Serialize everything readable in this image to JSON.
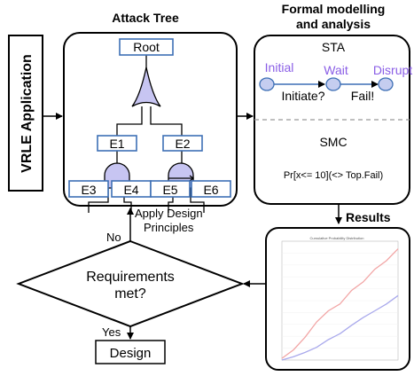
{
  "source_label": "VRLE Application",
  "attack_tree": {
    "heading": "Attack Tree",
    "root_label": "Root",
    "nodes": {
      "e1": "E1",
      "e2": "E2",
      "e3": "E3",
      "e4": "E4",
      "e5": "E5",
      "e6": "E6"
    }
  },
  "formal": {
    "heading_line1": "Formal modelling",
    "heading_line2": "and analysis",
    "sta": {
      "title": "STA",
      "states": {
        "initial": "Initial",
        "wait": "Wait",
        "disrupt": "Disrupt"
      },
      "transitions": {
        "initiate": "Initiate?",
        "fail": "Fail!"
      }
    },
    "smc": {
      "title": "SMC",
      "query": "Pr[x<= 10](<> Top.Fail)"
    }
  },
  "apply_principles": {
    "line1": "Apply Design",
    "line2": "Principles"
  },
  "decision": {
    "line1": "Requirements",
    "line2": "met?",
    "no_label": "No",
    "yes_label": "Yes"
  },
  "design_label": "Design",
  "results": {
    "heading": "Results",
    "chart_data": {
      "type": "line",
      "title": "Cumulative Probability Distribution",
      "x": [
        0,
        1,
        2,
        3,
        4,
        5,
        6,
        7,
        8,
        9,
        10
      ],
      "series": [
        {
          "color": "#f2a6a6",
          "values": [
            0.02,
            0.12,
            0.27,
            0.45,
            0.58,
            0.66,
            0.82,
            0.92,
            1.07,
            1.17,
            1.31
          ]
        },
        {
          "color": "#a9a9ec",
          "values": [
            0.0,
            0.04,
            0.09,
            0.15,
            0.24,
            0.31,
            0.41,
            0.5,
            0.58,
            0.66,
            0.76
          ]
        }
      ],
      "xlim": [
        0,
        10
      ],
      "ylim": [
        0,
        1.4
      ]
    }
  }
}
